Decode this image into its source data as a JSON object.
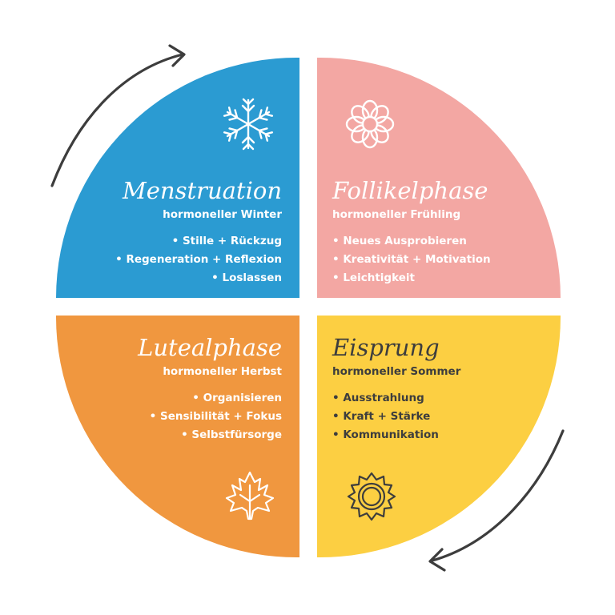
{
  "colors": {
    "winter": "#2b9bd2",
    "spring": "#f3a7a3",
    "autumn": "#f0973f",
    "summer": "#fccf42",
    "arrow": "#3d3d3d",
    "dark_text": "#3d3d3d",
    "light_text": "#ffffff"
  },
  "quadrants": {
    "menstruation": {
      "title": "Menstruation",
      "subtitle": "hormoneller Winter",
      "items": [
        "• Stille + Rückzug",
        "• Regeneration + Reflexion",
        "• Loslassen"
      ],
      "icon": "snowflake-icon"
    },
    "follikel": {
      "title": "Follikelphase",
      "subtitle": "hormoneller Frühling",
      "items": [
        "• Neues Ausprobieren",
        "• Kreativität + Motivation",
        "• Leichtigkeit"
      ],
      "icon": "flower-icon"
    },
    "luteal": {
      "title": "Lutealphase",
      "subtitle": "hormoneller Herbst",
      "items": [
        "• Organisieren",
        "• Sensibilität + Fokus",
        "• Selbstfürsorge"
      ],
      "icon": "maple-leaf-icon"
    },
    "eisprung": {
      "title": "Eisprung",
      "subtitle": "hormoneller Sommer",
      "items": [
        "• Ausstrahlung",
        "• Kraft + Stärke",
        "• Kommunikation"
      ],
      "icon": "sun-icon"
    }
  },
  "arrows": {
    "top": "clockwise-arrow-icon",
    "bottom": "clockwise-arrow-icon"
  }
}
